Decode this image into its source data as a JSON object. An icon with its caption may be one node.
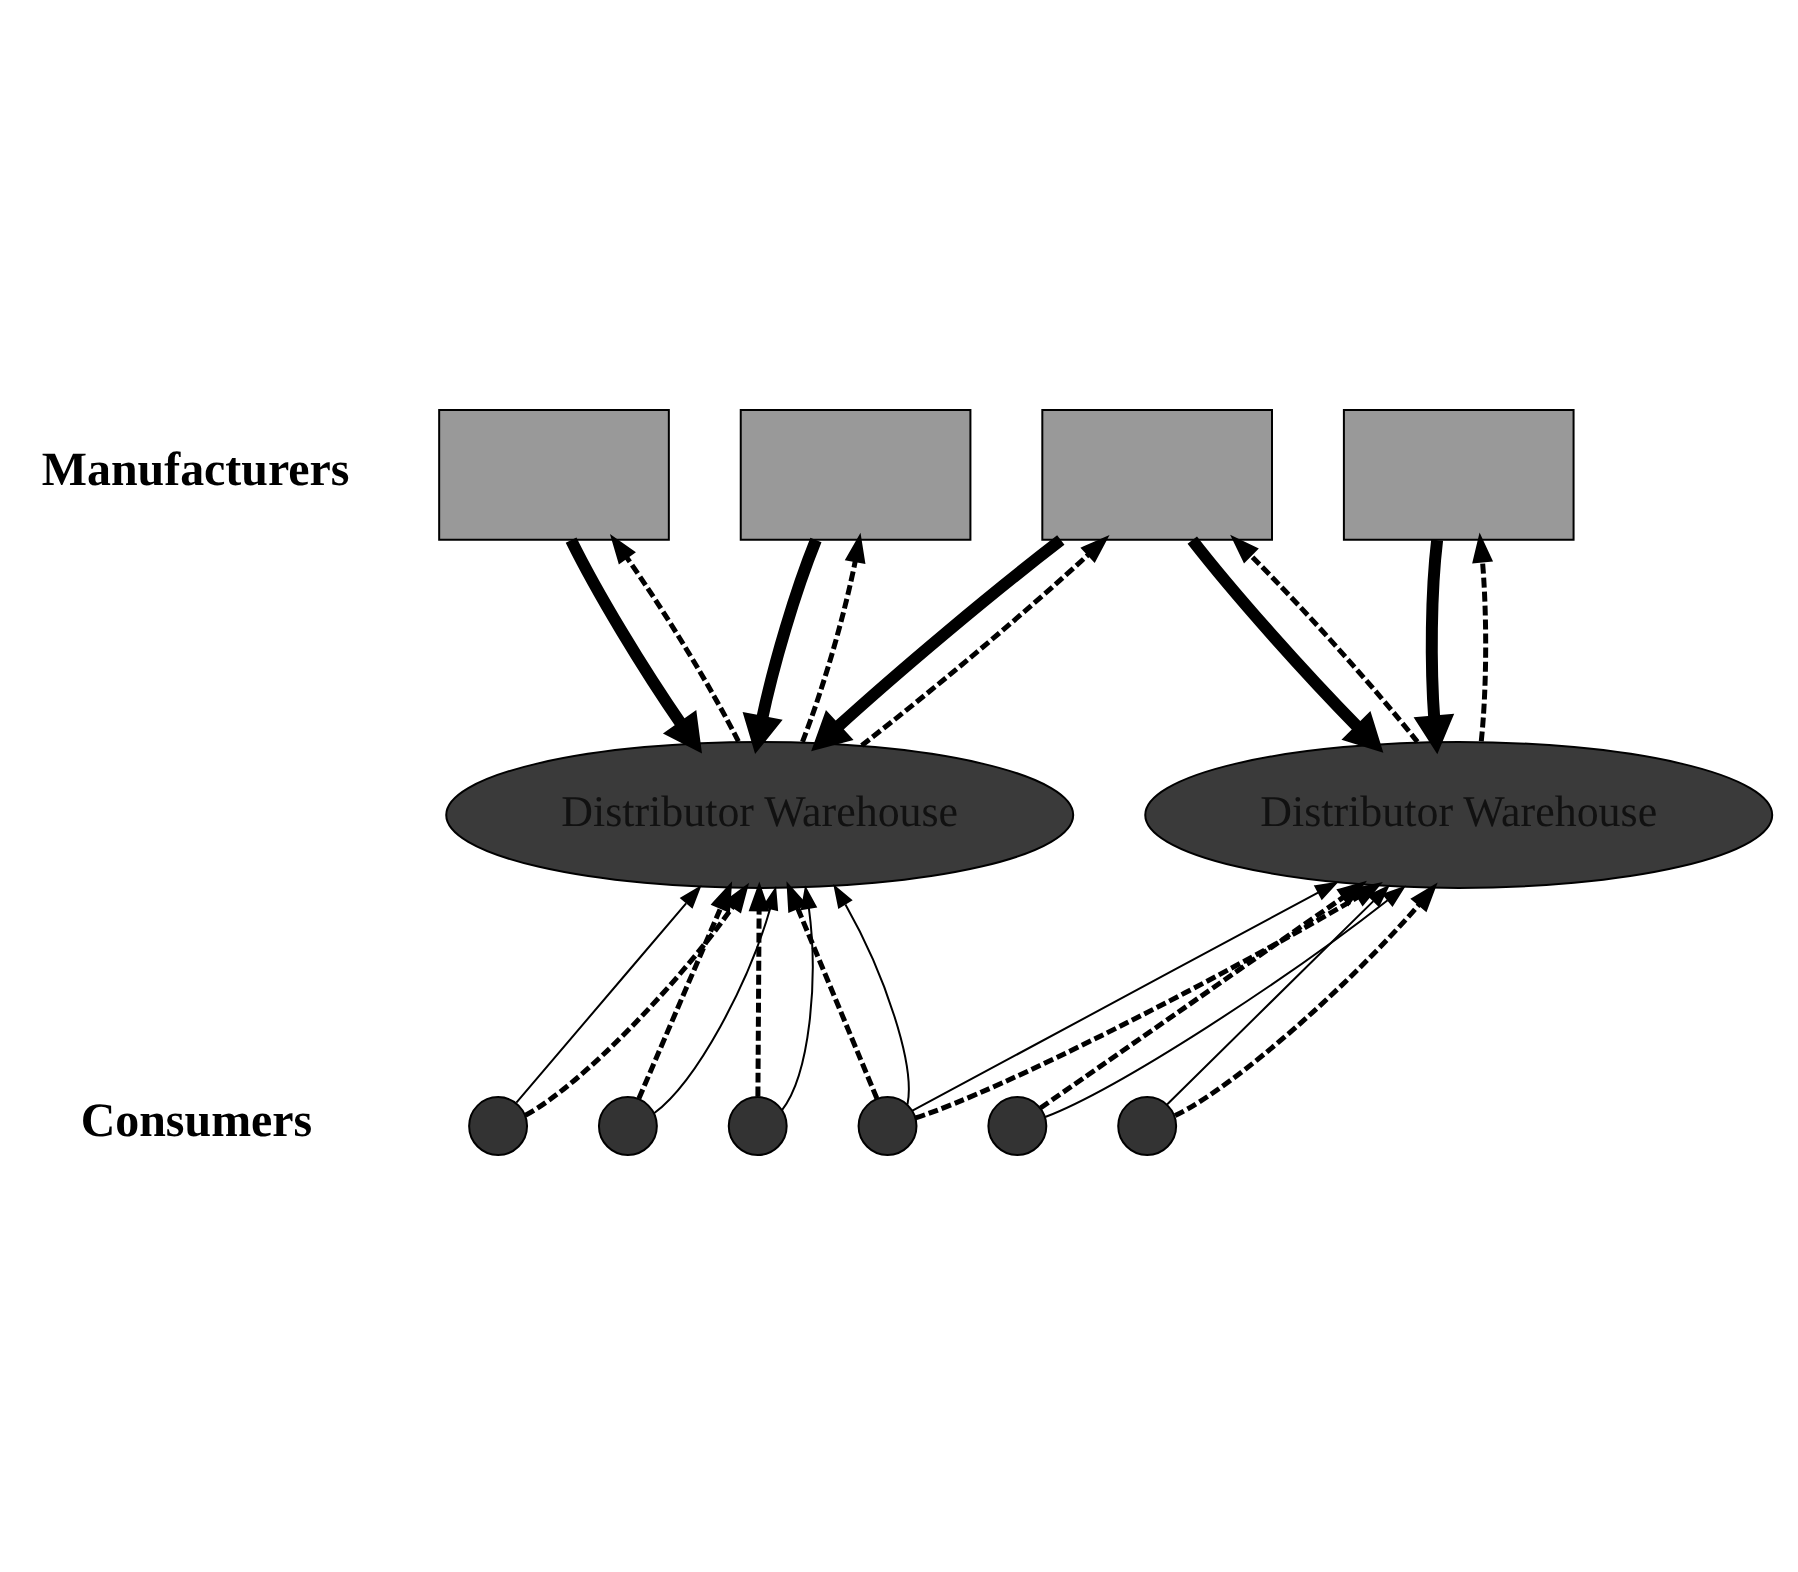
{
  "diagram": {
    "nodes": [
      {
        "text": [],
        "shape": "box"
      },
      {
        "text": [],
        "shape": "box"
      },
      {
        "text": [],
        "shape": "box"
      },
      {
        "text": [],
        "shape": "box"
      },
      {
        "text": [
          "Distributor Warehouse"
        ]
      },
      {
        "text": [
          "Distributor Warehouse"
        ]
      },
      {
        "text": [],
        "shape": "circle"
      },
      {
        "text": [],
        "shape": "circle"
      },
      {
        "text": [],
        "shape": "circle"
      },
      {
        "text": [],
        "shape": "circle"
      },
      {
        "text": [],
        "shape": "circle"
      },
      {
        "text": [],
        "shape": "circle"
      }
    ],
    "edges": [
      {
        "from": 0,
        "to": 4,
        "arrow": "to",
        "style": "thick"
      },
      {
        "from": 4,
        "to": 0,
        "arrow": "to",
        "style": "dashed"
      },
      {
        "from": 1,
        "to": 4,
        "arrow": "to",
        "style": "thick"
      },
      {
        "from": 4,
        "to": 1,
        "arrow": "to",
        "style": "dashed"
      },
      {
        "from": 2,
        "to": 4,
        "arrow": "to",
        "style": "thick"
      },
      {
        "from": 4,
        "to": 2,
        "arrow": "to",
        "style": "dashed"
      },
      {
        "from": 2,
        "to": 5,
        "arrow": "to",
        "style": "thick"
      },
      {
        "from": 5,
        "to": 2,
        "arrow": "to",
        "style": "dashed"
      },
      {
        "from": 5,
        "to": 3,
        "arrow": "to",
        "style": "dashed"
      },
      {
        "from": 3,
        "to": 5,
        "arrow": "to",
        "style": "thick"
      },
      {
        "from": 6,
        "to": 4,
        "arrow": "to"
      },
      {
        "from": 6,
        "to": 4,
        "arrow": "to",
        "style": "dashed"
      },
      {
        "from": 7,
        "to": 4,
        "arrow": "to",
        "style": "dashed"
      },
      {
        "from": 7,
        "to": 4,
        "arrow": "to"
      },
      {
        "from": 8,
        "to": 4,
        "arrow": "to",
        "style": "dashed"
      },
      {
        "from": 8,
        "to": 4,
        "arrow": "to"
      },
      {
        "from": 9,
        "to": 4,
        "arrow": "to",
        "style": "dashed"
      },
      {
        "from": 9,
        "to": 4,
        "arrow": "to"
      },
      {
        "from": 9,
        "to": 5,
        "arrow": "to"
      },
      {
        "from": 9,
        "to": 5,
        "arrow": "to",
        "style": "dashed"
      },
      {
        "from": 10,
        "to": 5,
        "arrow": "to",
        "style": "dashed"
      },
      {
        "from": 10,
        "to": 5,
        "arrow": "to"
      },
      {
        "from": 11,
        "to": 5,
        "arrow": "to"
      },
      {
        "from": 11,
        "to": 5,
        "arrow": "to",
        "style": "dashed"
      }
    ],
    "labels": [
      "Manufacturers",
      "Consumers"
    ]
  }
}
